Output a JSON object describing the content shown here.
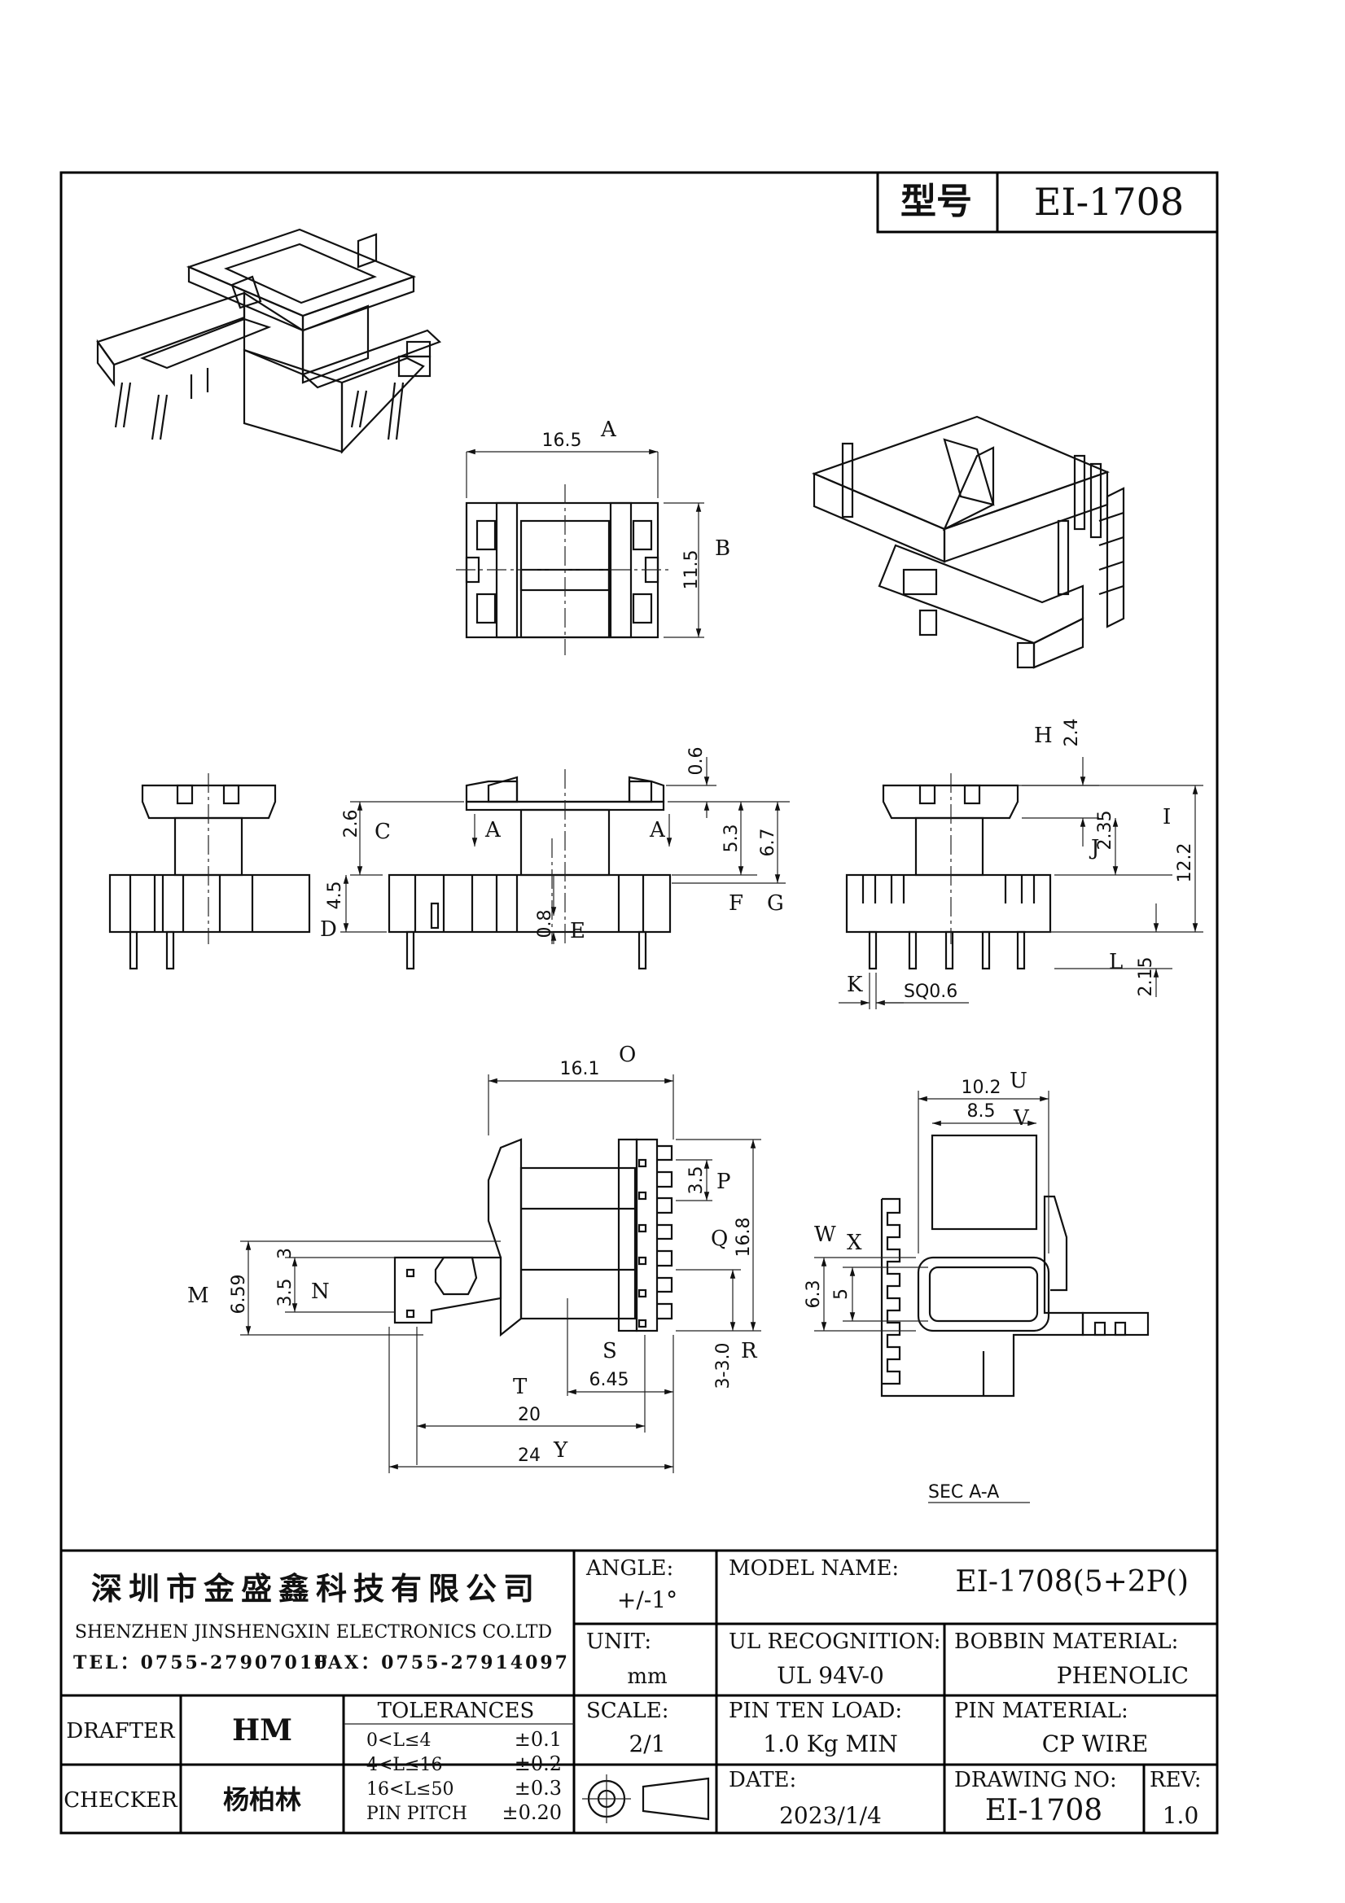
{
  "header": {
    "model_label": "型号",
    "model_value": "EI-1708"
  },
  "company": {
    "name_cn": "深圳市金盛鑫科技有限公司",
    "name_en": "SHENZHEN JINSHENGXIN ELECTRONICS CO.LTD",
    "tel": "TEL：0755-27907010",
    "fax": "FAX：0755-27914097"
  },
  "titleblock": {
    "angle_label": "ANGLE:",
    "angle_value": "+/-1°",
    "unit_label": "UNIT:",
    "unit_value": "mm",
    "scale_label": "SCALE:",
    "scale_value": "2/1",
    "model_name_label": "MODEL NAME:",
    "model_name_value": "EI-1708(5+2P()",
    "ul_label": "UL RECOGNITION:",
    "ul_value": "UL 94V-0",
    "bobbin_label": "BOBBIN MATERIAL:",
    "bobbin_value": "PHENOLIC",
    "pin_load_label": "PIN TEN LOAD:",
    "pin_load_value": "1.0 Kg MIN",
    "pin_material_label": "PIN MATERIAL:",
    "pin_material_value": "CP WIRE",
    "date_label": "DATE:",
    "date_value": "2023/1/4",
    "drawing_no_label": "DRAWING NO:",
    "drawing_no_value": "EI-1708",
    "rev_label": "REV:",
    "rev_value": "1.0",
    "drafter_label": "DRAFTER",
    "drafter_value": "HM",
    "checker_label": "CHECKER",
    "checker_value": "杨柏林",
    "tolerances_title": "TOLERANCES",
    "tolerances": [
      {
        "range": "0<L≤4",
        "value": "±0.1"
      },
      {
        "range": "4<L≤16",
        "value": "±0.2"
      },
      {
        "range": "16<L≤50",
        "value": "±0.3"
      },
      {
        "range": "PIN PITCH",
        "value": "±0.20"
      }
    ]
  },
  "top_view": {
    "width": "16.5",
    "width_label": "A",
    "depth": "11.5",
    "depth_label": "B"
  },
  "front_view": {
    "c_value": "2.6",
    "c_label": "C",
    "d_value": "4.5",
    "d_label": "D",
    "e_value": "0.8",
    "e_label": "E",
    "section_mark": "A",
    "top_value": "0.6",
    "f_value": "5.3",
    "f_label": "F",
    "g_value": "6.7",
    "g_label": "G"
  },
  "side_view": {
    "h_value": "2.4",
    "h_label": "H",
    "j_value": "2.35",
    "j_label": "J",
    "i_value": "12.2",
    "i_label": "I",
    "l_value": "2.15",
    "l_label": "L",
    "k_label": "K",
    "pin_sq": "SQ0.6"
  },
  "bottom_view": {
    "o_value": "16.1",
    "o_label": "O",
    "p_value": "3.5",
    "p_label": "P",
    "q_value": "16.8",
    "q_label": "Q",
    "r_value": "3-3.0",
    "r_label": "R",
    "s_value": "6.45",
    "s_label": "S",
    "t_value": "20",
    "t_label": "T",
    "y_value": "24",
    "y_label": "Y",
    "m_value": "6.59",
    "m_label": "M",
    "n_value": "3.5",
    "n_label": "N",
    "n_top": "3"
  },
  "section_view": {
    "u_value": "10.2",
    "u_label": "U",
    "v_value": "8.5",
    "v_label": "V",
    "w_label": "W",
    "w_value": "6.3",
    "x_label": "X",
    "x_value": "5",
    "caption": "SEC A-A"
  }
}
